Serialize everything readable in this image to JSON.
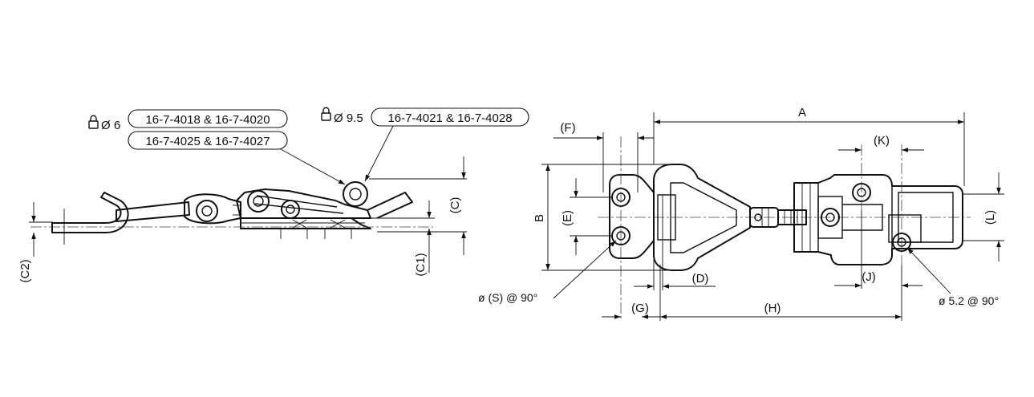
{
  "labels": {
    "lock_a_dia": "Ø 6",
    "lock_a_part_1": "16-7-4018 & 16-7-4020",
    "lock_a_part_2": "16-7-4025 & 16-7-4027",
    "lock_b_dia": "Ø 9.5",
    "lock_b_part": "16-7-4021 & 16-7-4028",
    "dim_A": "A",
    "dim_B": "B",
    "dim_C": "(C)",
    "dim_C1": "(C1)",
    "dim_C2": "(C2)",
    "dim_D": "(D)",
    "dim_E": "(E)",
    "dim_F": "(F)",
    "dim_G": "(G)",
    "dim_H": "(H)",
    "dim_J": "(J)",
    "dim_K": "(K)",
    "dim_L": "(L)",
    "hole_S": "ø (S) @ 90°",
    "hole_52": "ø 5.2 @ 90°"
  },
  "icons": {
    "padlock": "padlock-icon"
  }
}
